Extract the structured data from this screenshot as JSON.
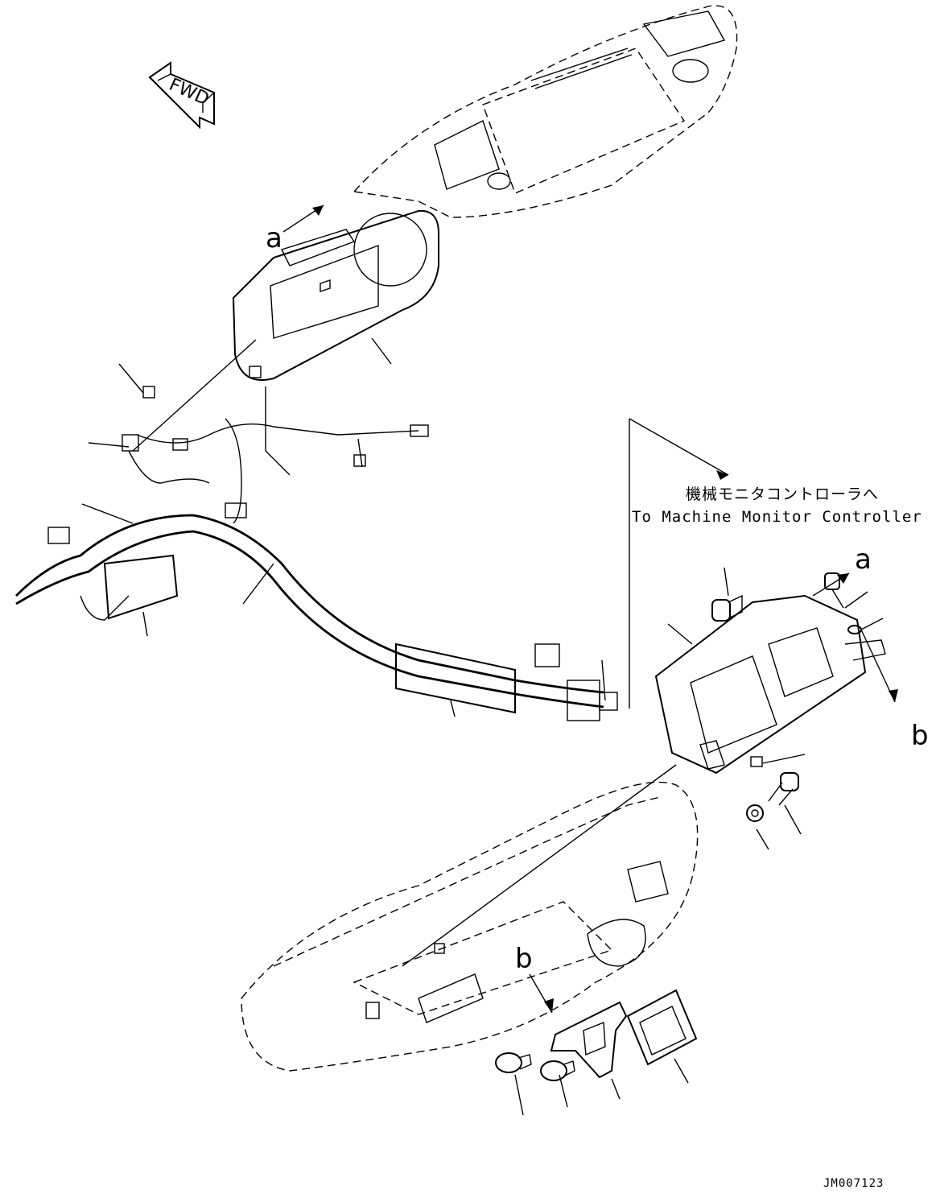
{
  "direction_marker": {
    "text": "FWD"
  },
  "callouts": {
    "a": "a",
    "b": "b"
  },
  "note": {
    "jp": "機械モニタコントローラへ",
    "en": "To Machine Monitor Controller"
  },
  "drawing_code": "JM007123"
}
